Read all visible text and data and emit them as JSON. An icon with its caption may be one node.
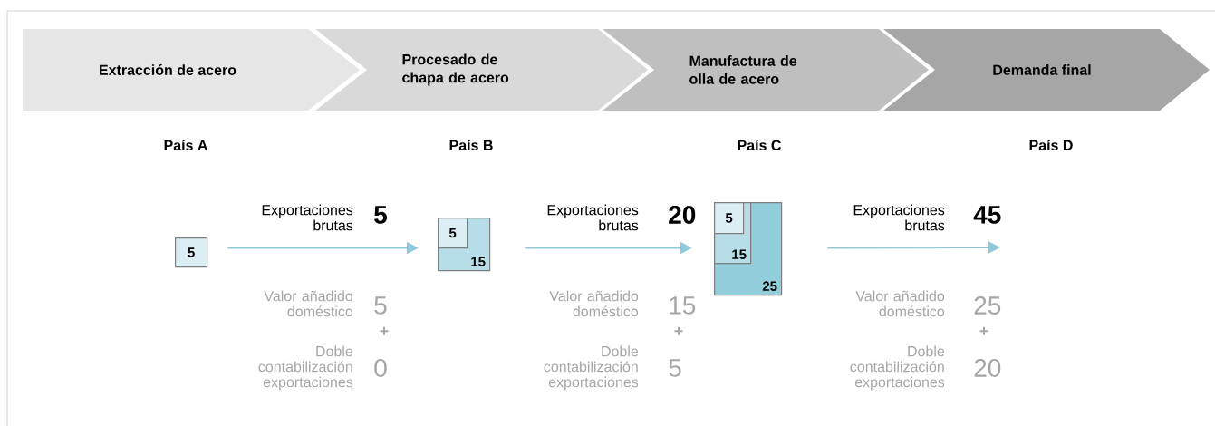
{
  "diagram": {
    "nodes": [
      {
        "text": [
          "Extracción de acero"
        ]
      },
      {
        "text": [
          "Procesado de chapa de acero"
        ]
      },
      {
        "text": [
          "Manufactura de olla de acero"
        ]
      },
      {
        "text": [
          "Demanda final"
        ]
      },
      {
        "text": [
          "5"
        ]
      },
      {
        "text": [
          "15"
        ]
      },
      {
        "text": [
          "5"
        ],
        "in": 5
      },
      {
        "text": [
          "25"
        ]
      },
      {
        "text": [
          "15"
        ],
        "in": 7
      },
      {
        "text": [
          "5"
        ],
        "in": 8
      }
    ],
    "edges": [
      {
        "from": 4,
        "to": 5,
        "arrow": "to"
      },
      {
        "from": 5,
        "to": 7,
        "arrow": "to"
      },
      {
        "from": 7,
        "to": null,
        "arrow": "to"
      }
    ],
    "labels": [
      "País A",
      "País B",
      "País C",
      "País D",
      "Exportaciones brutas",
      "5",
      "Valor añadido doméstico",
      "5",
      "+",
      "Doble contabilización exportaciones",
      "0",
      "Exportaciones brutas",
      "20",
      "Valor añadido doméstico",
      "15",
      "+",
      "Doble contabilización exportaciones",
      "5",
      "Exportaciones brutas",
      "45",
      "Valor añadido doméstico",
      "25",
      "+",
      "Doble contabilización exportaciones",
      "20"
    ]
  }
}
